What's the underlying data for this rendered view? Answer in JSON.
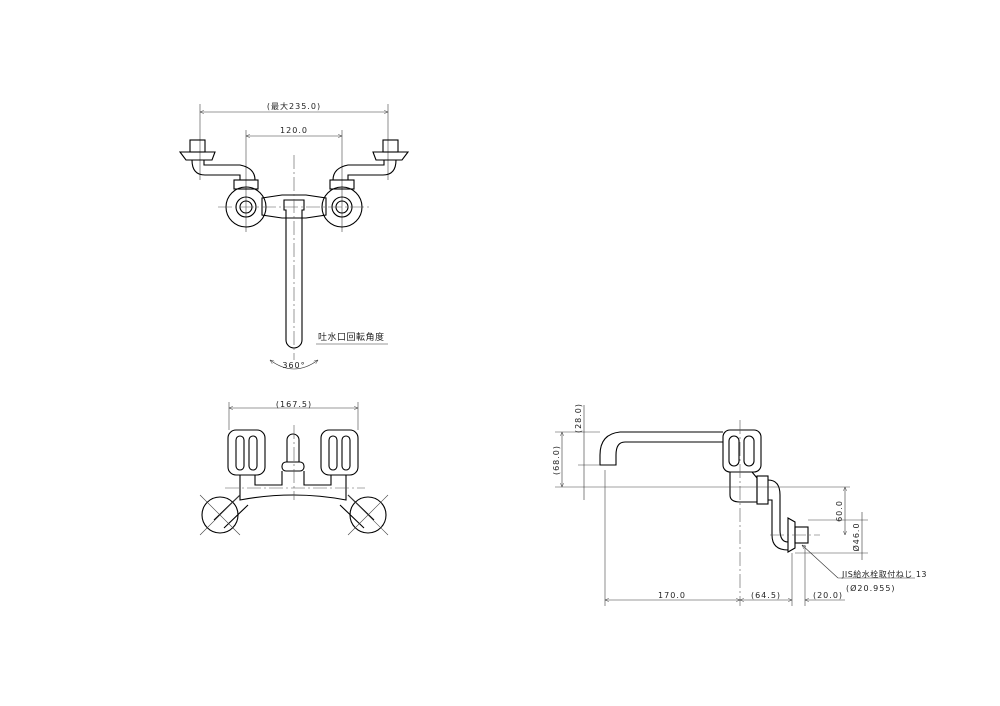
{
  "top_view": {
    "overall_width": "(最大235.0)",
    "center_distance": "120.0",
    "rotation_label": "吐水口回転角度",
    "rotation_angle": "360°"
  },
  "front_view": {
    "width": "(167.5)"
  },
  "side_view": {
    "height_upper": "(28.0)",
    "height_total": "(68.0)",
    "drop": "60.0",
    "flange_dia": "Ø46.0",
    "thread_note": "JIS給水栓取付ねじ 13",
    "thread_dia": "(Ø20.955)",
    "spout_reach": "170.0",
    "body_offset": "(64.5)",
    "connector_len": "(20.0)"
  }
}
